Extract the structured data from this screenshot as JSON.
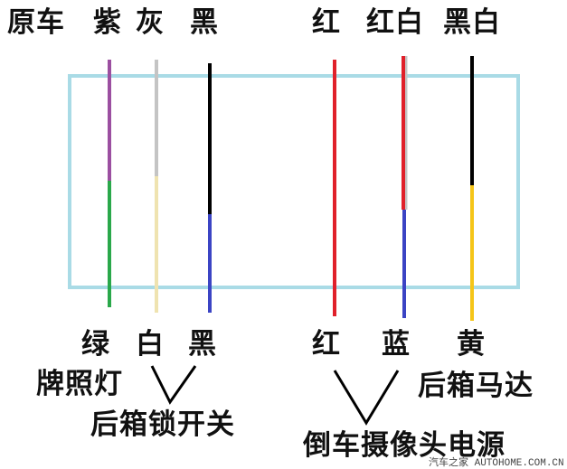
{
  "top_labels": {
    "original": "原车",
    "purple": "紫",
    "gray": "灰",
    "black": "黑",
    "red": "红",
    "red_white": "红白",
    "black_white": "黑白"
  },
  "bottom_labels": {
    "green": "绿",
    "white": "白",
    "black": "黑",
    "red": "红",
    "blue": "蓝",
    "yellow": "黄"
  },
  "functions": {
    "license_light": "牌照灯",
    "trunk_lock_switch": "后箱锁开关",
    "trunk_motor": "后箱马达",
    "reverse_camera_power": "倒车摄像头电源"
  },
  "watermark": "汽车之家 AUTOHOME.COM.CN",
  "colors": {
    "box": "#a9dbe6",
    "purple": "#9b4fa0",
    "green": "#2aa84a",
    "gray": "#c4c4c4",
    "cream": "#efe3b0",
    "black": "#000000",
    "blue": "#3b44c4",
    "red": "#e0202a",
    "yellow": "#f5c518"
  }
}
